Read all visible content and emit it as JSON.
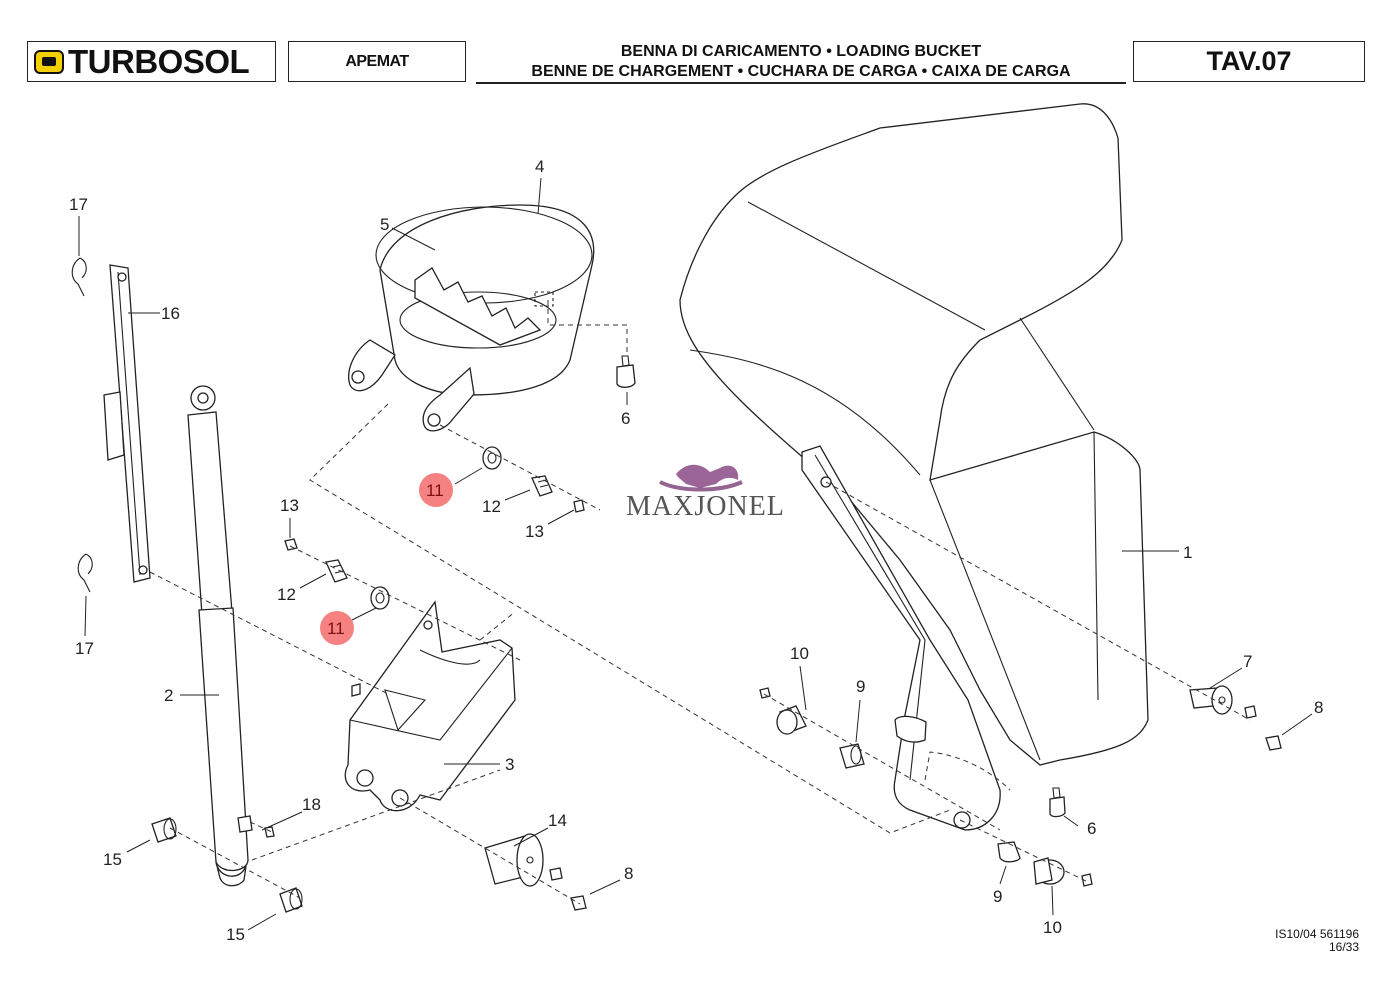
{
  "header": {
    "brand": "TURBOSOL",
    "model": "APEMAT",
    "title_line1": "BENNA DI CARICAMENTO • LOADING BUCKET",
    "title_line2": "BENNE DE CHARGEMENT • CUCHARA DE CARGA • CAIXA DE CARGA",
    "table": "TAV.07"
  },
  "watermark": "MAXJONEL",
  "callouts": {
    "c1": "1",
    "c2": "2",
    "c3": "3",
    "c4": "4",
    "c5": "5",
    "c6a": "6",
    "c6b": "6",
    "c7": "7",
    "c8a": "8",
    "c8b": "8",
    "c9a": "9",
    "c9b": "9",
    "c10a": "10",
    "c10b": "10",
    "c11a": "11",
    "c11b": "11",
    "c12a": "12",
    "c12b": "12",
    "c13a": "13",
    "c13b": "13",
    "c14": "14",
    "c15a": "15",
    "c15b": "15",
    "c16": "16",
    "c17a": "17",
    "c17b": "17",
    "c18": "18"
  },
  "highlight_color": "#f36b6b",
  "footer": {
    "code": "IS10/04 561196",
    "page": "16/33"
  }
}
